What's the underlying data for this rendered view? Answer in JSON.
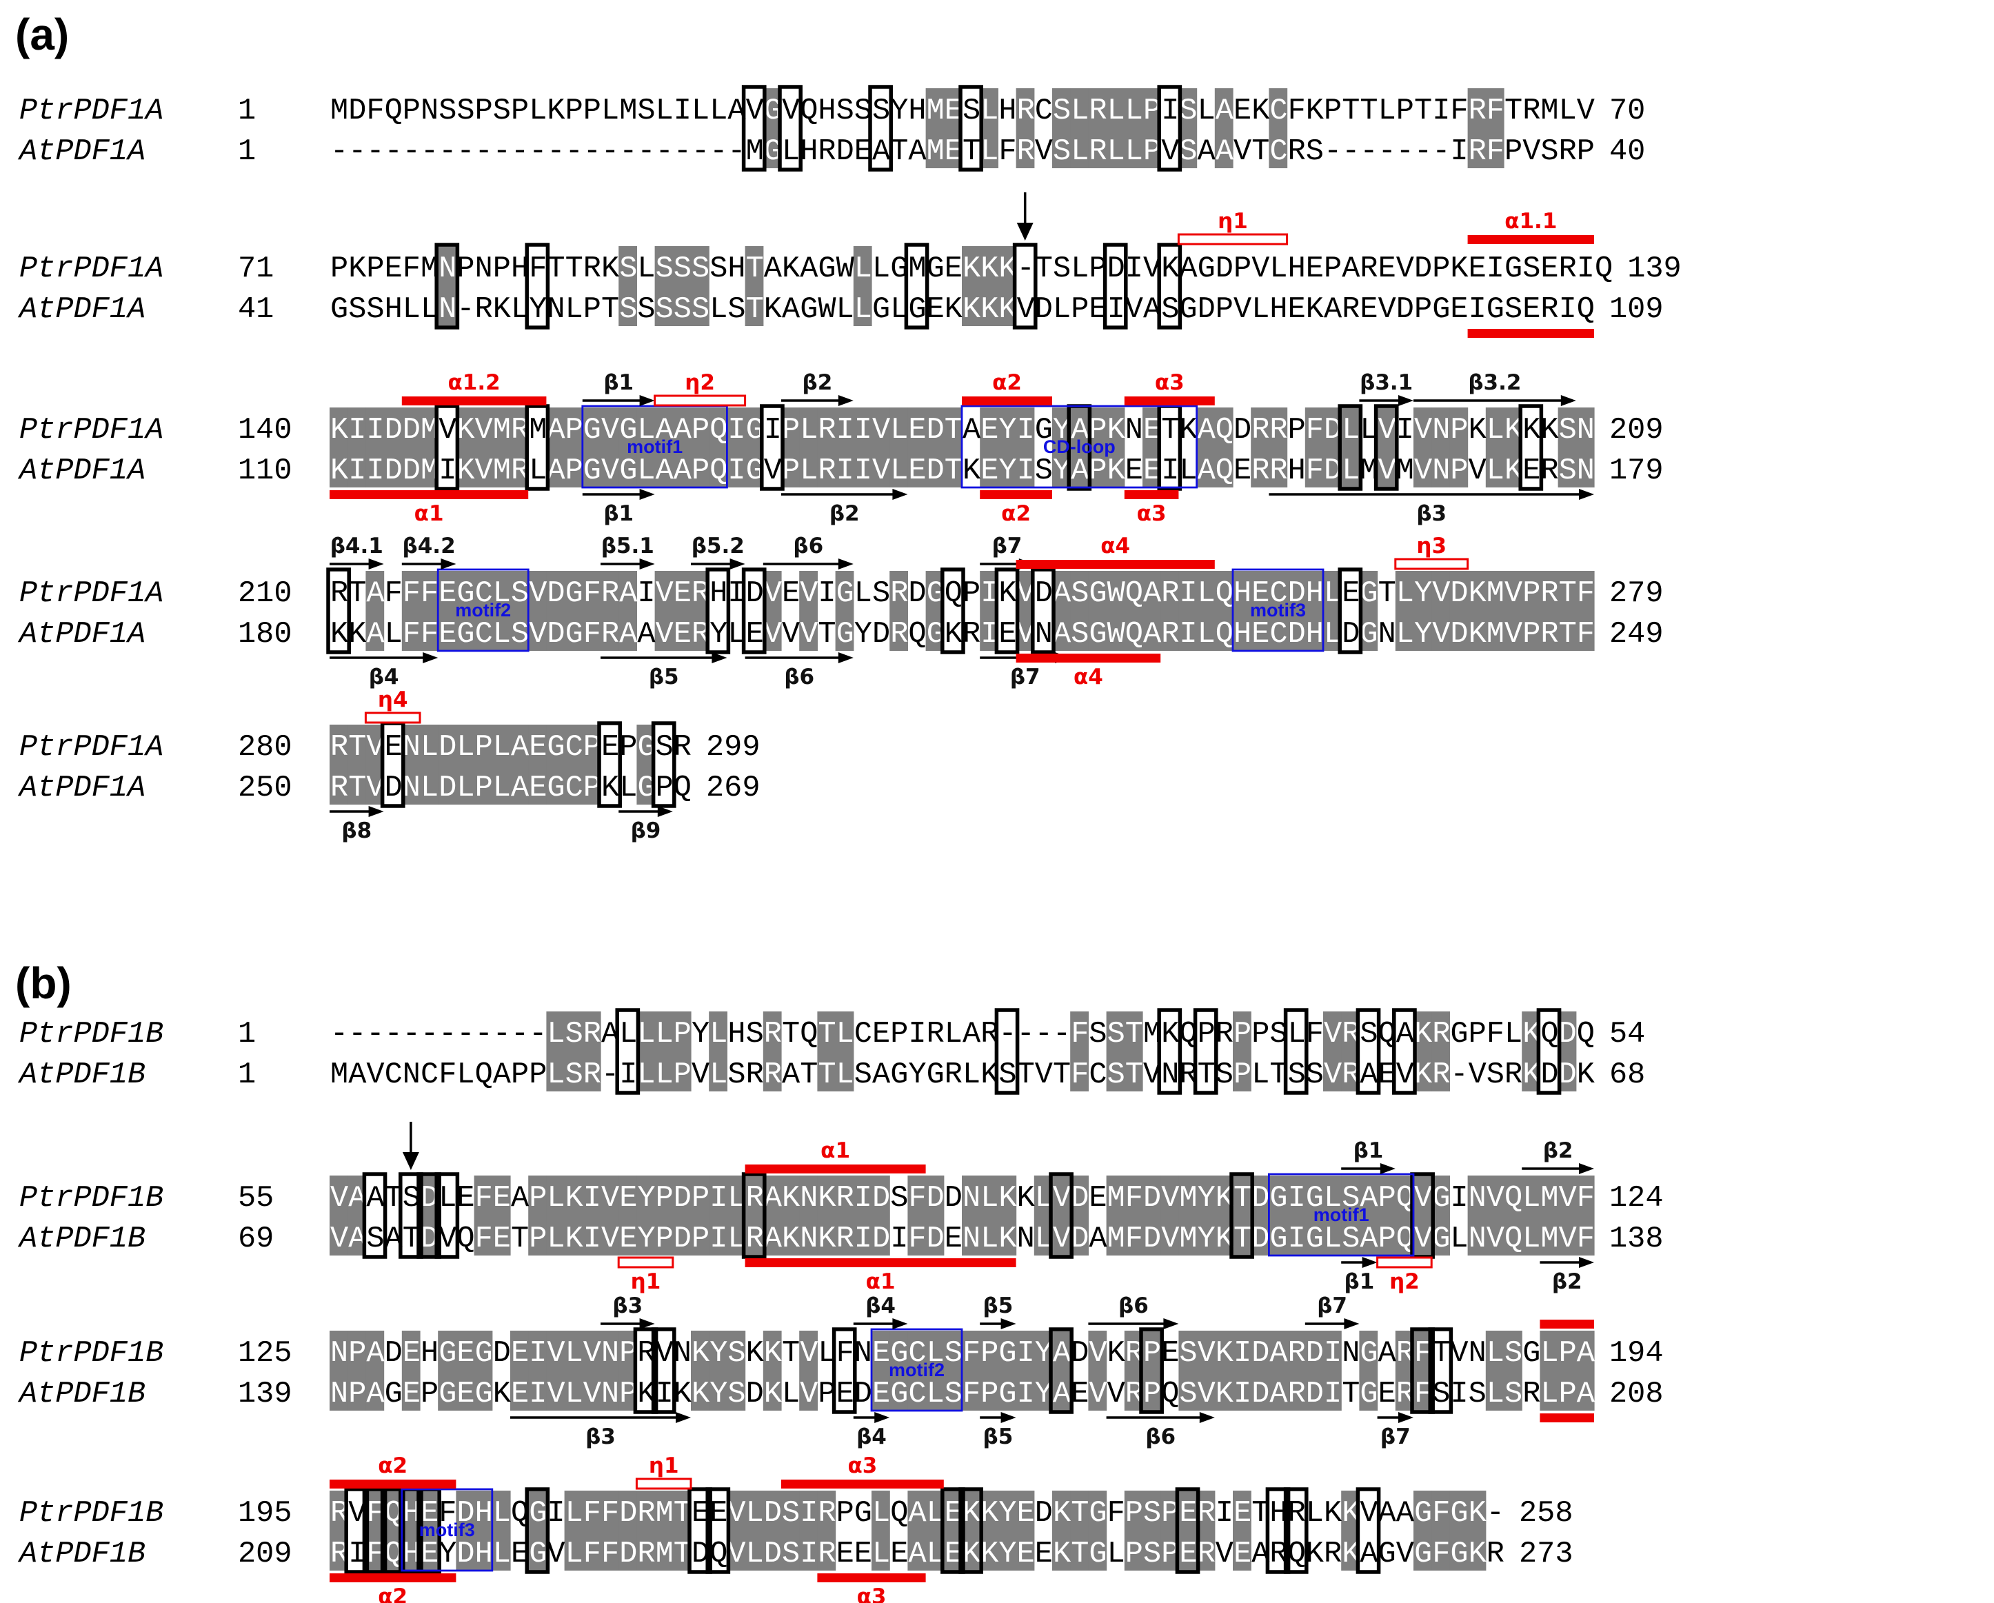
{
  "panels": [
    {
      "label": "(a)",
      "blocks": [
        {
          "rows": [
            {
              "name": "PtrPDF1A",
              "start": "1",
              "seq": "MDFQPNSSPSPLKPPLMSLILLAVGVQHSSSYHMESLHRCSLRLLPISLAEKCFKPTTLPTIFRFTRMLV",
              "end": "70"
            },
            {
              "name": "AtPDF1A",
              "start": "1",
              "seq": "-----------------------MGLHRDEATAMETLFRVSLRLLPVSAAVTCRS-------IRFPVSRP",
              "end": "40"
            }
          ]
        },
        {
          "rows": [
            {
              "name": "PtrPDF1A",
              "start": "71",
              "seq": "PKPEFMNPNPHFTTRKSLSSSSHTAKAGWLLGMGEKKK-TSLPDIVKAGDPVLHEPAREVDPKEIGSERIQ",
              "end": "139"
            },
            {
              "name": "AtPDF1A",
              "start": "41",
              "seq": "GSSHLLN-RKLYNLPTSSSSSLSTKAGWLLGLGEKKKKVDLPEIVASGDPVLHEKAREVDPGEIGSERIQ",
              "end": "109"
            }
          ]
        },
        {
          "rows": [
            {
              "name": "PtrPDF1A",
              "start": "140",
              "seq": "KIIDDMVKVMRMAPGVGLAAPQIGIPLRIIVLEDTAEYIGYAPKNETKAQDRRPFDLLVIVNPKLKKKSN",
              "end": "209"
            },
            {
              "name": "AtPDF1A",
              "start": "110",
              "seq": "KIIDDMIKVMRLAPGVGLAAPQIGVPLRIIVLEDTKEYISYAPKEEILAQERRHFDLMVMVNPVLKERSN",
              "end": "179"
            }
          ]
        },
        {
          "rows": [
            {
              "name": "PtrPDF1A",
              "start": "210",
              "seq": "RTAFFFEGCLSVDGFRAIVERHIDVEVIGLSRDGQPIKVDASGWQARILQHECDHLEGTLYVDKMVPRTF",
              "end": "279"
            },
            {
              "name": "AtPDF1A",
              "start": "180",
              "seq": "KKALFFEGCLSVDGFRAAVERYLEVVVTGYDRQGKRIEVNASGWQARILQHECDHLDGNLYVDKMVPRTF",
              "end": "249"
            }
          ]
        },
        {
          "rows": [
            {
              "name": "PtrPDF1A",
              "start": "280",
              "seq": "RTVENLDLPLAEGCPEPGSR",
              "end": "299"
            },
            {
              "name": "AtPDF1A",
              "start": "250",
              "seq": "RTVDNLDLPLAEGCPKLGPQ",
              "end": "269"
            }
          ]
        }
      ]
    },
    {
      "label": "(b)",
      "blocks": [
        {
          "rows": [
            {
              "name": "PtrPDF1B",
              "start": "1",
              "seq": "------------LSRALLLPYLHSRTQTLCEPIRLAR----FSSTMKQPRPPSLFVRSQAKRGPFLKQDQ",
              "end": "54"
            },
            {
              "name": "AtPDF1B",
              "start": "1",
              "seq": "MAVCNCFLQAPPLSR-ILLPVLSRRATTLSAGYGRLKSTVTFCSTVNRTSPLTSSVRAEVKR-VSRKDDK",
              "end": "68"
            }
          ]
        },
        {
          "rows": [
            {
              "name": "PtrPDF1B",
              "start": "55",
              "seq": "VAATSDLEFEAPLKIVEYPDPILRAKNKRIDSFDDNLKKLVDEMFDVMYKTDGIGLSAPQVGINVQLMVF",
              "end": "124"
            },
            {
              "name": "AtPDF1B",
              "start": "69",
              "seq": "VASATDVQFETPLKIVEYPDPILRAKNKRIDIFDENLKNLVDAMFDVMYKTDGIGLSAPQVGLNVQLMVF",
              "end": "138"
            }
          ]
        },
        {
          "rows": [
            {
              "name": "PtrPDF1B",
              "start": "125",
              "seq": "NPADEHGEGDEIVLVNPRVNKYSKKTVLFNEGCLSFPGIYADVKRPESVKIDARDINGARFTVNLSGLPA",
              "end": "194"
            },
            {
              "name": "AtPDF1B",
              "start": "139",
              "seq": "NPAGEPGEGKEIVLVNPKIKKYSDKLVPEDEGCLSFPGIYAEVVRPQSVKIDARDITGERFSISLSRLPA",
              "end": "208"
            }
          ]
        },
        {
          "rows": [
            {
              "name": "PtrPDF1B",
              "start": "195",
              "seq": "RVFQHEFDHLQGILFFDRMTEEVLDSIRPGLQALEKKYEDKTGFPSPERIETHRLKKVAAGFGK-",
              "end": "258"
            },
            {
              "name": "AtPDF1B",
              "start": "209",
              "seq": "RIFQHEYDHLEGVLFFDRMTDQVLDSIREELEALEKKYEEKTGLPSPERVEARQKRKAGVGFGKR",
              "end": "273"
            }
          ]
        }
      ]
    }
  ],
  "motif_labels": {
    "motif1": "motif1",
    "motif2": "motif2",
    "motif3": "motif3",
    "cd_loop": "CD-loop"
  },
  "ss_labels": {
    "a11": "α1.1",
    "a12": "α1.2",
    "a1": "α1",
    "a2": "α2",
    "a3": "α3",
    "a4": "α4",
    "e1": "η1",
    "e2": "η2",
    "e3": "η3",
    "e4": "η4",
    "b1": "β1",
    "b2": "β2",
    "b3": "β3",
    "b31": "β3.1",
    "b32": "β3.2",
    "b4": "β4",
    "b41": "β4.1",
    "b42": "β4.2",
    "b5": "β5",
    "b51": "β5.1",
    "b52": "β5.2",
    "b6": "β6",
    "b7": "β7",
    "b8": "β8",
    "b9": "β9"
  },
  "colors": {
    "shade": "#7f7f7f",
    "helix": "#ee0000",
    "motif": "#1010e0",
    "text": "#000000"
  }
}
